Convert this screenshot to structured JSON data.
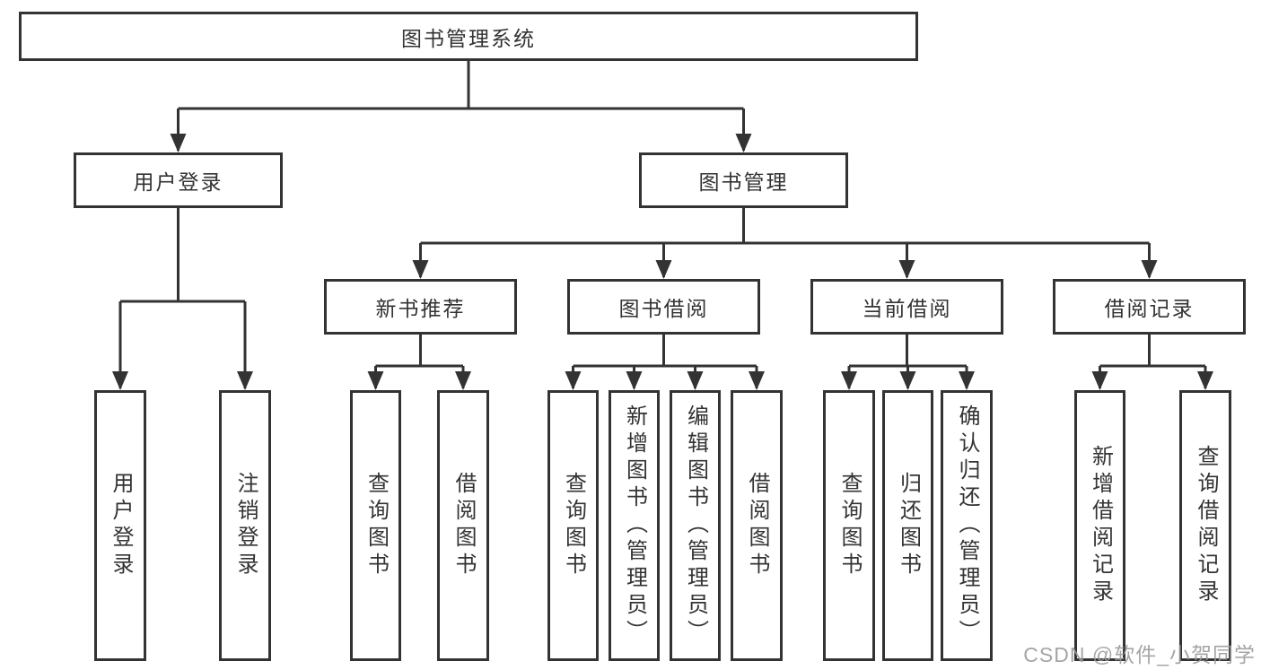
{
  "nodes": {
    "root": "图书管理系统",
    "user_login": "用户登录",
    "book_mgmt": "图书管理",
    "new_book_rec": "新书推荐",
    "book_borrow": "图书借阅",
    "current_borrow": "当前借阅",
    "borrow_records": "借阅记录",
    "leaf_user_login": "用户登录",
    "leaf_logout": "注销登录",
    "rec_query_book": "查询图书",
    "rec_borrow_book": "借阅图书",
    "bb_query_book": "查询图书",
    "bb_add_book": "新增图书（管理员）",
    "bb_edit_book": "编辑图书（管理员）",
    "bb_borrow_book": "借阅图书",
    "cb_query_book": "查询图书",
    "cb_return_book": "归还图书",
    "cb_confirm_return": "确认归还（管理员）",
    "br_add_record": "新增借阅记录",
    "br_query_record": "查询借阅记录"
  },
  "edges": [
    [
      "root",
      "user_login"
    ],
    [
      "root",
      "book_mgmt"
    ],
    [
      "user_login",
      "leaf_user_login"
    ],
    [
      "user_login",
      "leaf_logout"
    ],
    [
      "book_mgmt",
      "new_book_rec"
    ],
    [
      "book_mgmt",
      "book_borrow"
    ],
    [
      "book_mgmt",
      "current_borrow"
    ],
    [
      "book_mgmt",
      "borrow_records"
    ],
    [
      "new_book_rec",
      "rec_query_book"
    ],
    [
      "new_book_rec",
      "rec_borrow_book"
    ],
    [
      "book_borrow",
      "bb_query_book"
    ],
    [
      "book_borrow",
      "bb_add_book"
    ],
    [
      "book_borrow",
      "bb_edit_book"
    ],
    [
      "book_borrow",
      "bb_borrow_book"
    ],
    [
      "current_borrow",
      "cb_query_book"
    ],
    [
      "current_borrow",
      "cb_return_book"
    ],
    [
      "current_borrow",
      "cb_confirm_return"
    ],
    [
      "borrow_records",
      "br_add_record"
    ],
    [
      "borrow_records",
      "br_query_record"
    ]
  ],
  "watermark": "CSDN @软件_小贺同学",
  "colors": {
    "line": "#333333",
    "text": "#333333",
    "background": "#ffffff",
    "watermark": "#9c9c9c"
  }
}
